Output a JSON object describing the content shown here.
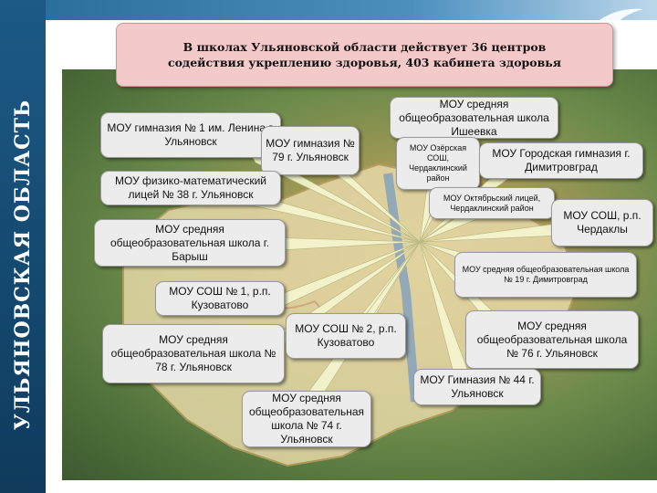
{
  "sidebar": {
    "title": "УЛЬЯНОВСКАЯ ОБЛАСТЬ"
  },
  "header": {
    "text": "В школах Ульяновской области действует 36 центров содействия укреплению здоровья, 403 кабинета здоровья"
  },
  "callouts": [
    {
      "text": "МОУ гимназия № 1 им. Ленина г. Ульяновск"
    },
    {
      "text": "МОУ гимназия № 79 г. Ульяновск"
    },
    {
      "text": "МОУ физико-математический лицей № 38 г. Ульяновск"
    },
    {
      "text": "МОУ средняя общеобразовательная школа г. Барыш"
    },
    {
      "text": "МОУ СОШ № 1, р.п. Кузоватово"
    },
    {
      "text": "МОУ средняя общеобразовательная школа № 78 г. Ульяновск"
    },
    {
      "text": "МОУ СОШ № 2, р.п. Кузоватово"
    },
    {
      "text": "МОУ средняя общеобразовательная школа № 74 г. Ульяновск"
    },
    {
      "text": "МОУ средняя общеобразовательная школа Ишеевка"
    },
    {
      "text": "МОУ Озёрская СОШ, Чердаклинский район"
    },
    {
      "text": "МОУ Городская гимназия г. Димитровград"
    },
    {
      "text": "МОУ Октябрьский лицей, Чердаклинский район"
    },
    {
      "text": "МОУ СОШ, р.п. Чердаклы"
    },
    {
      "text": "МОУ средняя общеобразовательная школа № 19 г. Димитровград"
    },
    {
      "text": "МОУ средняя общеобразовательная школа № 76 г. Ульяновск"
    },
    {
      "text": "МОУ Гимназия № 44 г. Ульяновск"
    }
  ]
}
